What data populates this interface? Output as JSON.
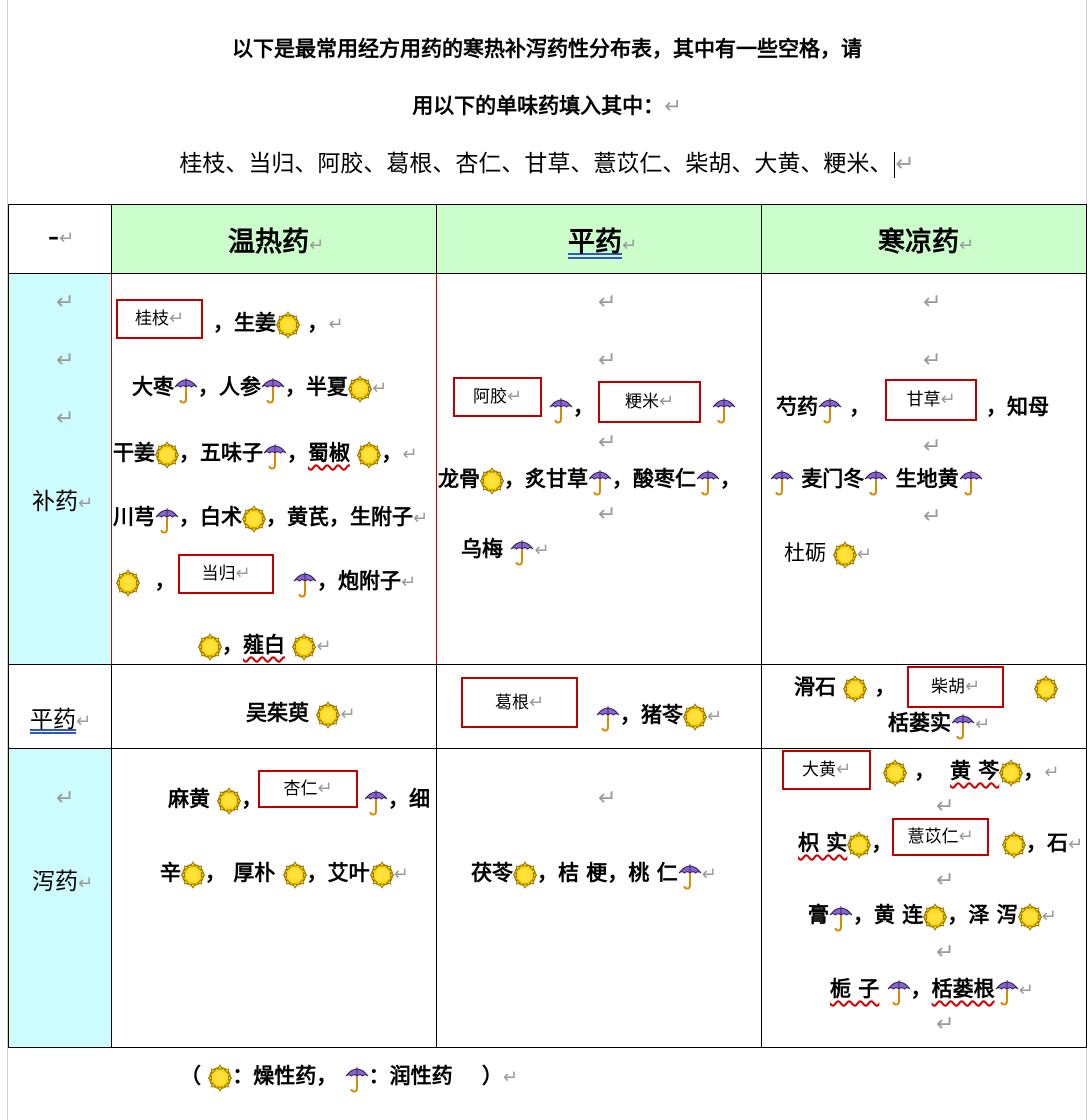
{
  "intro": {
    "line1": "以下是最常用经方用药的寒热补泻药性分布表，其中有一些空格，请",
    "line2": "用以下的单味药填入其中：",
    "line3": "桂枝、当归、阿胶、葛根、杏仁、甘草、薏苡仁、柴胡、大黄、粳米、"
  },
  "header": {
    "corner": "–",
    "col_warm": "温热药",
    "col_neutral": "平药",
    "col_cold": "寒凉药"
  },
  "rows": {
    "tonify": "补药",
    "neutral": "平药",
    "purge": "泻药"
  },
  "cells": {
    "tonify_warm": {
      "box_guizhi": "桂枝",
      "shengjiang": "生姜",
      "dazao": "大枣",
      "renshen": "人参",
      "banxia": "半夏",
      "ganjiang": "干姜",
      "wuweizi": "五味子",
      "shujiao": "蜀椒",
      "chuanxiong": "川芎",
      "baizhu": "白术",
      "huangqi": "黄芪",
      "shengfuzi": "生附子",
      "box_danggui": "当归",
      "paofuzi": "炮附子",
      "xiebai": "薤白"
    },
    "tonify_neutral": {
      "box_ejiao": "阿胶",
      "box_jingmi": "粳米",
      "longgu": "龙骨",
      "zhigancao": "炙甘草",
      "suanzaoren": "酸枣仁",
      "wumei": "乌梅"
    },
    "tonify_cold": {
      "shaoyao": "芍药",
      "box_gancao": "甘草",
      "zhimu": "知母",
      "maimendong": "麦门冬",
      "shengdihuang": "生地黄",
      "muli": "杜砺"
    },
    "neutral_warm": {
      "wuzhuyu": "吴茱萸"
    },
    "neutral_neutral": {
      "box_gegen": "葛根",
      "zhuling": "猪苓"
    },
    "neutral_cold": {
      "huashi": "滑石",
      "box_chaihu": "柴胡",
      "gualoushi": "栝蒌实"
    },
    "purge_warm": {
      "mahuang": "麻黄",
      "box_xingren": "杏仁",
      "xi": "细",
      "xin": "辛",
      "houpo": "厚朴",
      "aiye": "艾叶"
    },
    "purge_neutral": {
      "fuling": "茯苓",
      "jiegeng": "桔 梗",
      "taoren": "桃 仁"
    },
    "purge_cold": {
      "box_dahuang": "大黄",
      "huangqin": "黄 芩",
      "zhishi": "枳 实",
      "box_yiyiren": "薏苡仁",
      "shi": "石",
      "gao": "膏",
      "huanglian": "黄 连",
      "zexie": "泽 泻",
      "zhizi": "栀 子",
      "gualougen": "栝蒌根"
    }
  },
  "legend": {
    "open": "（",
    "dry_label": "：燥性药，",
    "moist_label": "：润性药",
    "close": "）"
  },
  "marks": {
    "return": "↵"
  },
  "colors": {
    "header_bg": "#ccfecc",
    "row_label_bg": "#cdfcfe",
    "answer_box_border": "#c00000",
    "sun_fill": "#ffd400",
    "umbrella_fill": "#8a63d2"
  },
  "icons": {
    "dry": "sun-icon",
    "moist": "umbrella-icon"
  }
}
